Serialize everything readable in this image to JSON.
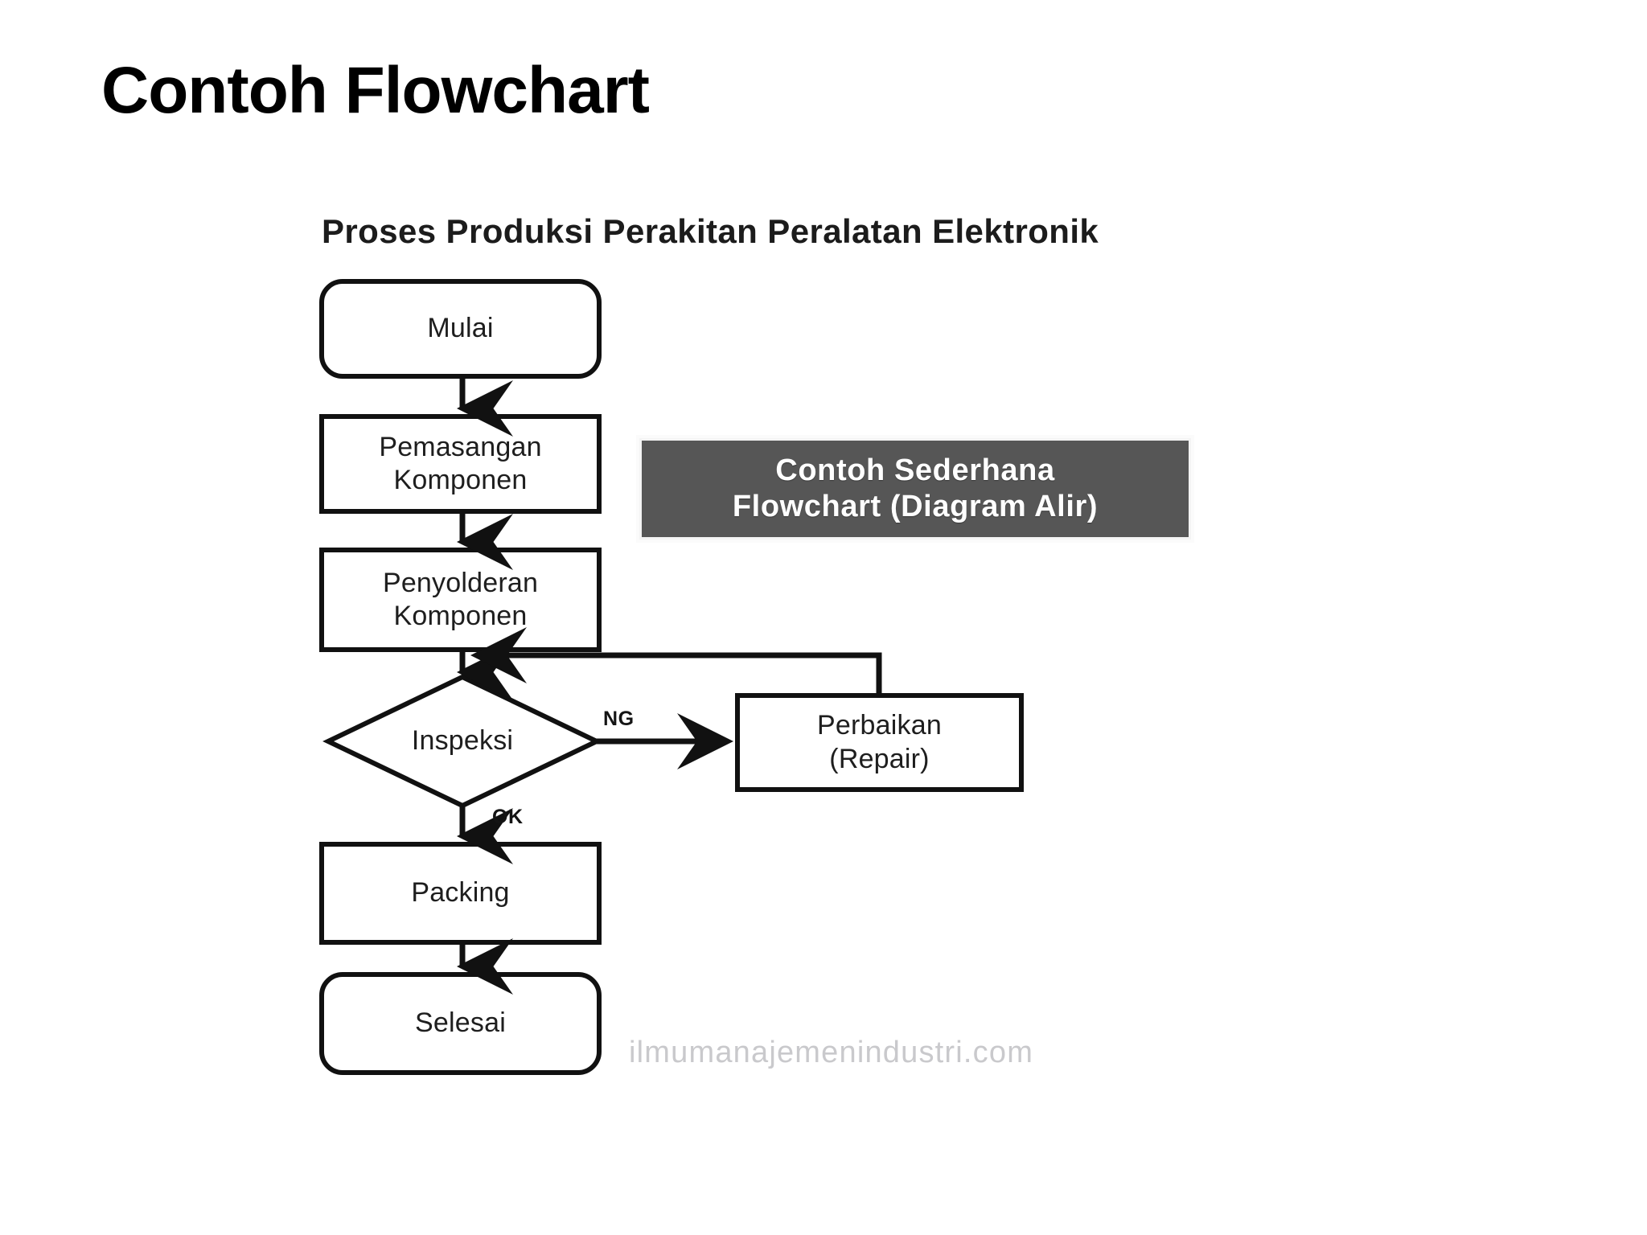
{
  "slide": {
    "title": "Contoh Flowchart",
    "background_color": "#ffffff"
  },
  "diagram": {
    "heading": "Proses Produksi Perakitan Peralatan Elektronik",
    "stroke_color": "#111111",
    "text_color": "#1e1e1e",
    "nodes": [
      {
        "id": "mulai",
        "label": "Mulai",
        "shape": "terminator"
      },
      {
        "id": "pemasangan",
        "label": "Pemasangan\nKomponen",
        "shape": "process"
      },
      {
        "id": "penyolderan",
        "label": "Penyolderan\nKomponen",
        "shape": "process"
      },
      {
        "id": "inspeksi",
        "label": "Inspeksi",
        "shape": "decision"
      },
      {
        "id": "perbaikan",
        "label": "Perbaikan\n(Repair)",
        "shape": "process"
      },
      {
        "id": "packing",
        "label": "Packing",
        "shape": "process"
      },
      {
        "id": "selesai",
        "label": "Selesai",
        "shape": "terminator"
      }
    ],
    "edges": [
      {
        "from": "mulai",
        "to": "pemasangan",
        "label": ""
      },
      {
        "from": "pemasangan",
        "to": "penyolderan",
        "label": ""
      },
      {
        "from": "penyolderan",
        "to": "inspeksi",
        "label": ""
      },
      {
        "from": "inspeksi",
        "to": "perbaikan",
        "label": "NG"
      },
      {
        "from": "inspeksi",
        "to": "packing",
        "label": "OK"
      },
      {
        "from": "perbaikan",
        "to": "inspeksi",
        "label": ""
      },
      {
        "from": "packing",
        "to": "selesai",
        "label": ""
      }
    ],
    "edge_labels": {
      "ng": "NG",
      "ok": "OK"
    }
  },
  "callout": {
    "text": "Contoh  Sederhana\nFlowchart (Diagram Alir)",
    "background_color": "#565656",
    "text_color": "#ffffff"
  },
  "watermark": {
    "text": "ilmumanajemenindustri.com",
    "color": "#c9c9cc"
  }
}
